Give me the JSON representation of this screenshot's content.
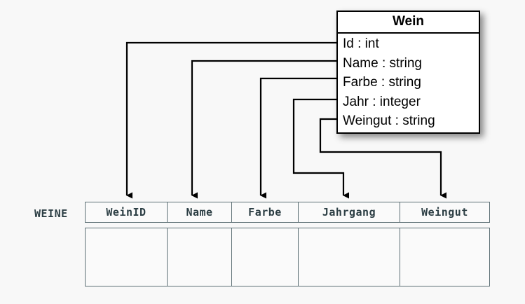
{
  "diagram": {
    "background_color": "#f8f8f8",
    "line_color": "#000000",
    "table_border_color": "#5d7075",
    "table_text_color": "#2c3e44"
  },
  "class_box": {
    "title": "Wein",
    "attributes": [
      {
        "label": "Id : int"
      },
      {
        "label": "Name : string"
      },
      {
        "label": "Farbe : string"
      },
      {
        "label": "Jahr : integer"
      },
      {
        "label": "Weingut : string"
      }
    ]
  },
  "relational_table": {
    "name": "WEINE",
    "columns": [
      {
        "header": "WeinID"
      },
      {
        "header": "Name"
      },
      {
        "header": "Farbe"
      },
      {
        "header": "Jahrgang"
      },
      {
        "header": "Weingut"
      }
    ],
    "rows": [
      {
        "cells": [
          "",
          "",
          "",
          "",
          ""
        ]
      }
    ]
  },
  "mappings": [
    {
      "from": "Id : int",
      "to": "WeinID"
    },
    {
      "from": "Name : string",
      "to": "Name"
    },
    {
      "from": "Farbe : string",
      "to": "Farbe"
    },
    {
      "from": "Jahr : integer",
      "to": "Jahrgang"
    },
    {
      "from": "Weingut : string",
      "to": "Weingut"
    }
  ]
}
